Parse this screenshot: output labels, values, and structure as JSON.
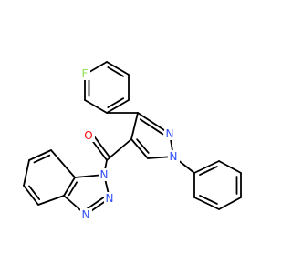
{
  "molecule": {
    "atoms": [
      {
        "id": "F",
        "label": "F",
        "color": "#90e050"
      },
      {
        "id": "O",
        "label": "O",
        "color": "#ff0d0d"
      },
      {
        "id": "N1",
        "label": "N",
        "color": "#3050f8"
      },
      {
        "id": "N2",
        "label": "N",
        "color": "#3050f8"
      },
      {
        "id": "Nbt",
        "label": "N",
        "color": "#3050f8"
      },
      {
        "id": "N3",
        "label": "N",
        "color": "#3050f8"
      },
      {
        "id": "N4",
        "label": "N",
        "color": "#3050f8"
      }
    ],
    "bond_color": "#000000"
  }
}
